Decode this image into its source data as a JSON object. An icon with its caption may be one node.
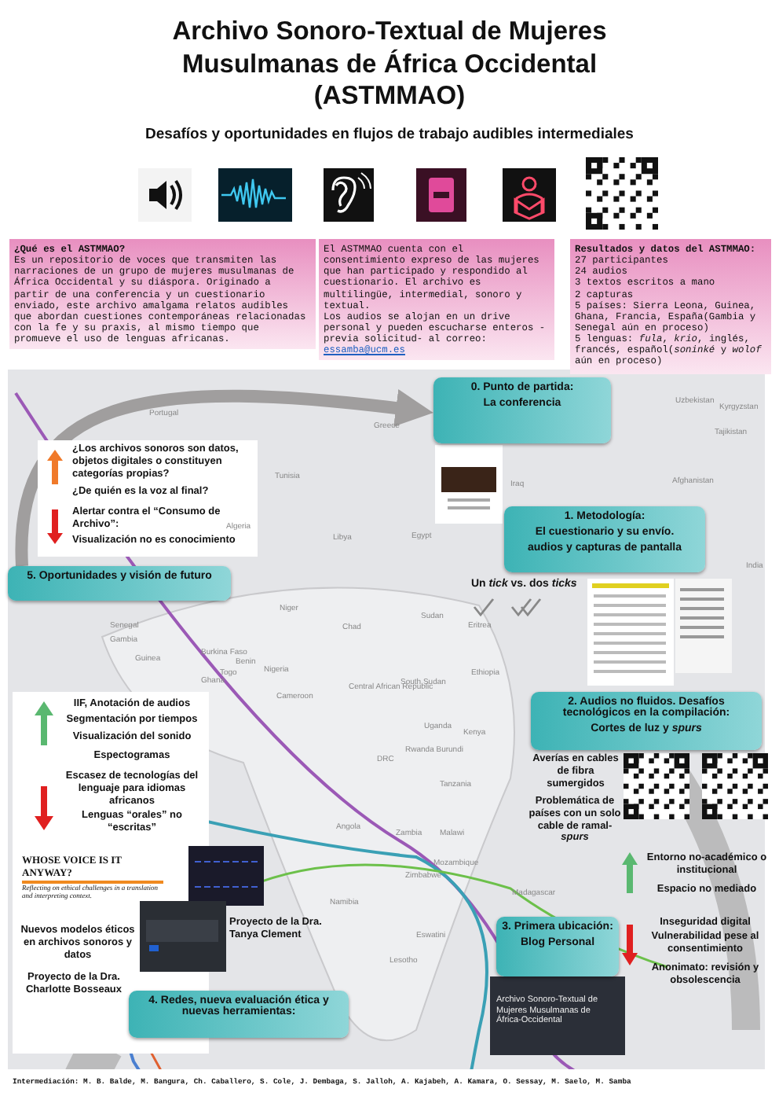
{
  "diagram": {
    "title": "Archivo Sonoro-Textual de Mujeres Musulmanas de África Occidental (ASTMMAO)",
    "nodes": [
      {
        "text": [
          "¿Qué es el ASTMMAO?",
          "Es un repositorio de voces que transmiten las narraciones de un grupo de mujeres musulmanas de África Occidental y su diáspora. Originado a partir de una conferencia y un cuestionario enviado, este archivo amalgama relatos audibles que abordan cuestiones contemporáneas relacionadas con la fe y su praxis, al mismo tiempo que promueve el uso de lenguas africanas."
        ]
      },
      {
        "text": [
          "El ASTMMAO cuenta con el consentimiento expreso de las mujeres que han participado y respondido al cuestionario. El archivo es multilingüe, intermedial, sonoro y textual.",
          "Los audios se alojan en un drive personal y pueden escucharse enteros -previa solicitud- al correo:",
          "essamba@ucm.es"
        ]
      },
      {
        "text": [
          "Resultados y datos del ASTMMAO:",
          "27 participantes",
          "24 audios",
          "3 textos escritos a mano",
          "2 capturas",
          "5 países: Sierra Leona, Guinea, Ghana, Francia, España(Gambia y Senegal aún en proceso)",
          "5 lenguas: *fula*, *krio*, inglés, francés, español(*soninké* y *wolof* aún en proceso)"
        ]
      },
      {
        "text": [
          "0. Punto de partida:",
          "La conferencia"
        ]
      },
      {
        "text": [
          "1. Metodología:",
          "El cuestionario y su envío.",
          "audios y capturas de pantalla"
        ]
      },
      {
        "text": [
          "2. Audios no fluidos. Desafíos tecnológicos en la compilación:",
          "Cortes de luz y *spurs*"
        ]
      },
      {
        "text": [
          "3. Primera ubicación:",
          "Blog Personal"
        ]
      },
      {
        "text": [
          "4. Redes, nueva evaluación ética y nuevas herramientas:"
        ]
      },
      {
        "text": [
          "5. Oportunidades y visión de futuro"
        ]
      }
    ],
    "edges": [
      {
        "from": 8,
        "to": 3,
        "arrow": "to"
      }
    ],
    "labels": [
      "Desafíos y oportunidades en flujos de trabajo audibles intermediales",
      "¿Los archivos sonoros son datos, objetos digitales o constituyen categorías propias?",
      "¿De quién es la voz al final?",
      "Alertar contra el “Consumo de Archivo”:",
      "Visualización no es conocimiento",
      "Un *tick* vs. dos *ticks*",
      "IIF, Anotación de audios",
      "Segmentación por tiempos",
      "Visualización del sonido",
      "Espectogramas",
      "Escasez de tecnologías del lenguaje para idiomas africanos",
      "Lenguas “orales” no “escritas”",
      "WHOSE VOICE IS IT ANYWAY?",
      "Reflecting on ethical challenges in a translation and interpreting context.",
      "Nuevos modelos éticos en archivos sonoros y datos",
      "Proyecto de la Dra. Charlotte Bosseaux",
      "Proyecto de la Dra. Tanya Clement",
      "Averías en cables de fibra sumergidos",
      "Problemática de países con un solo cable de ramal-*spurs*",
      "Entorno no-académico o institucional",
      "Espacio no mediado",
      "Inseguridad digital",
      "Vulnerabilidad pese al consentimiento",
      "Anonimato: revisión y obsolescencia",
      "Archivo Sonoro-Textual de Mujeres Musulmanas de África-Occidental",
      "Intermediación: M. B. Balde, M. Bangura, Ch. Caballero, S. Cole, J. Dembaga, S. Jalloh, A. Kajabeh, A. Kamara, O. Sessay, M. Saelo, M. Samba",
      "Portugal",
      "Uzbekistan",
      "Kyrgyzstan",
      "Tajikistan",
      "Greece",
      "Tunisia",
      "Iraq",
      "Afghanistan",
      "Algeria",
      "Libya",
      "Egypt",
      "India",
      "Niger",
      "Chad",
      "Sudan",
      "Eritrea",
      "Senegal",
      "Gambia",
      "Guinea",
      "Burkina Faso",
      "Benin",
      "Nigeria",
      "Togo",
      "Ghana",
      "Cameroon",
      "Central African Republic",
      "DRC",
      "Angola",
      "Namibia",
      "Ethiopia",
      "South Sudan",
      "Uganda",
      "Kenya",
      "Rwanda Burundi",
      "Tanzania",
      "Zambia",
      "Malawi",
      "Mozambique",
      "Zimbabwe",
      "Madagascar",
      "Eswatini",
      "Lesotho"
    ]
  }
}
